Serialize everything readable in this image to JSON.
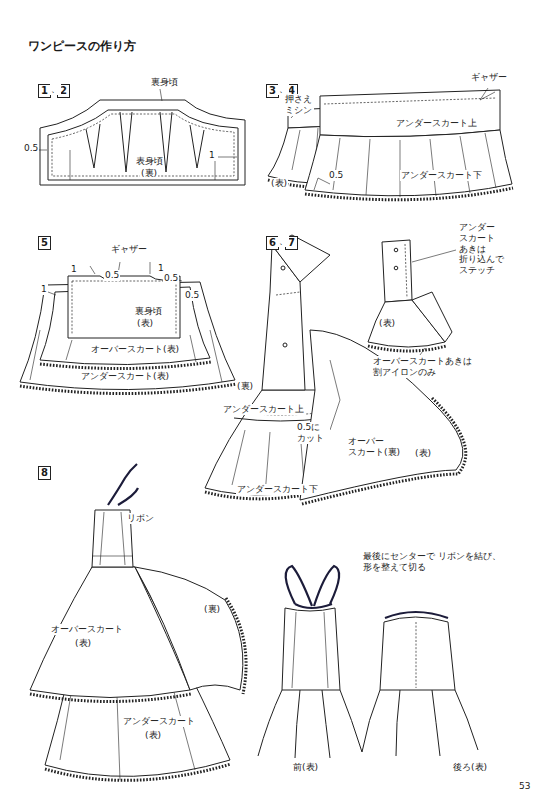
{
  "diagram": {
    "title": "ワンピースの作り方",
    "nodes": [
      {
        "text": [
          "1"
        ]
      },
      {
        "text": [
          "2"
        ]
      },
      {
        "text": [
          "3"
        ]
      },
      {
        "text": [
          "4"
        ]
      },
      {
        "text": [
          "5"
        ]
      },
      {
        "text": [
          "6"
        ]
      },
      {
        "text": [
          "7"
        ]
      },
      {
        "text": [
          "8"
        ]
      }
    ],
    "labels": [
      "、",
      "裏身頃",
      "表身頃",
      "(裏)",
      "0.5",
      "1",
      "、",
      "ギャザー",
      "押さえミシン",
      "アンダースカート上",
      "(表)",
      "0.5",
      "アンダースカート下",
      "ギャザー",
      "1",
      "0.5",
      "1",
      "0.5",
      "1",
      "0.5",
      "裏身頃",
      "(表)",
      "オーバースカート(表)",
      "アンダースカート(表)",
      "、",
      "アンダー スカート あきは 折り込んで ステッチ",
      "(表)",
      "オーバースカートあきは 割アイロンのみ",
      "(裏)",
      "アンダースカート上",
      "0.5に カット",
      "オーバー スカート(裏)",
      "(表)",
      "アンダースカート下",
      "リボン",
      "(裏)",
      "オーバースカート",
      "(表)",
      "アンダースカート",
      "(表)",
      "最後にセンターで リボンを結び、形を整えて切る",
      "前(表)",
      "後ろ(表)",
      "53"
    ]
  }
}
